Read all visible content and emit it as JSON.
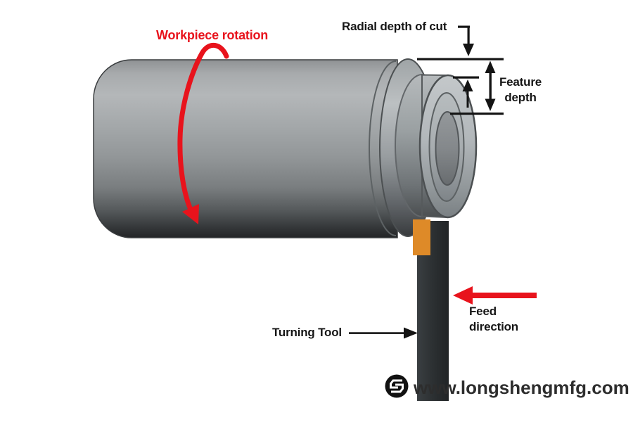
{
  "title": "Turning operation diagram",
  "labels": {
    "workpiece_rotation": "Workpiece rotation",
    "radial_depth_of_cut": "Radial depth of cut",
    "feature_depth": "Feature\ndepth",
    "feed_direction": "Feed\ndirection",
    "turning_tool": "Turning Tool"
  },
  "watermark": {
    "url_text": "www.longshengmfg.com",
    "logo": "longsheng-logo"
  },
  "colors": {
    "accent_red": "#e8131c",
    "insert_orange": "#de8a28",
    "tool_dark": "#2e3234",
    "line_black": "#141414",
    "workpiece_gray": "#9a9ea0",
    "background": "#ffffff"
  }
}
